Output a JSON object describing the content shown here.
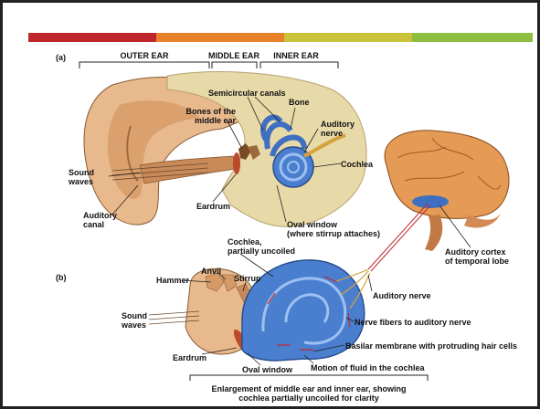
{
  "panel_a": {
    "label": "(a)",
    "sections": {
      "outer": "OUTER EAR",
      "middle": "MIDDLE EAR",
      "inner": "INNER EAR"
    },
    "labels": {
      "semicircular_canals": "Semicircular canals",
      "bone": "Bone",
      "bones_middle_ear_1": "Bones of the",
      "bones_middle_ear_2": "middle ear",
      "auditory_nerve_1": "Auditory",
      "auditory_nerve_2": "nerve",
      "cochlea": "Cochlea",
      "sound_waves_1": "Sound",
      "sound_waves_2": "waves",
      "eardrum": "Eardrum",
      "auditory_canal_1": "Auditory",
      "auditory_canal_2": "canal",
      "oval_window_1": "Oval window",
      "oval_window_2": "(where stirrup attaches)",
      "auditory_cortex_1": "Auditory cortex",
      "auditory_cortex_2": "of temporal lobe"
    }
  },
  "panel_b": {
    "label": "(b)",
    "labels": {
      "cochlea_uncoiled_1": "Cochlea,",
      "cochlea_uncoiled_2": "partially uncoiled",
      "anvil": "Anvil",
      "hammer": "Hammer",
      "stirrup": "Stirrup",
      "auditory_nerve": "Auditory nerve",
      "sound_waves_1": "Sound",
      "sound_waves_2": "waves",
      "nerve_fibers": "Nerve fibers to auditory nerve",
      "basilar_membrane": "Basilar membrane with protruding hair cells",
      "eardrum": "Eardrum",
      "oval_window": "Oval window",
      "motion_fluid": "Motion of fluid in the cochlea"
    },
    "caption_1": "Enlargement of middle ear and inner ear, showing",
    "caption_2": "cochlea partially uncoiled for clarity"
  },
  "colors": {
    "bar_red": "#c0272d",
    "bar_orange": "#e8822a",
    "bar_yellow": "#c9c23a",
    "bar_green": "#8cbf3f",
    "skin": "#e8b98c",
    "bone": "#e8d9a8",
    "cochlea_blue": "#3f6fc0",
    "brain": "#e59a55"
  }
}
